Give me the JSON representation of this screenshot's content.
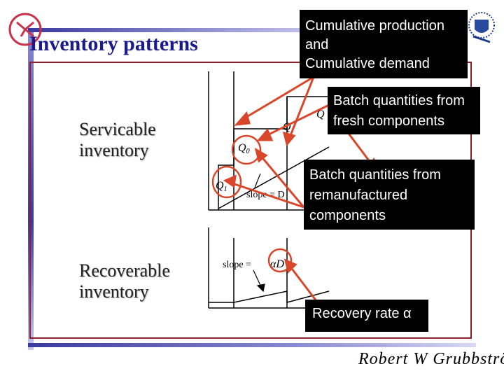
{
  "slide": {
    "title": "Inventory patterns",
    "signature": "Robert W Grubbström"
  },
  "labels": {
    "servicable": [
      "Servicable",
      "inventory"
    ],
    "recoverable": [
      "Recoverable",
      "inventory"
    ]
  },
  "callouts": {
    "production": [
      "Cumulative production",
      "and",
      "Cumulative demand"
    ],
    "fresh": [
      "Batch quantities from",
      "fresh components"
    ],
    "reman": [
      "Batch quantities from",
      "remanufactured",
      "components"
    ],
    "recovery": "Recovery rate α"
  },
  "diagram": {
    "q0": "Q",
    "q0_sub": "0",
    "q1": "Q",
    "q1_sub": "1",
    "slope_d": "slope = D",
    "slope_prefix": "slope =",
    "alpha_d": "αD"
  },
  "colors": {
    "title": "#1a1a8a",
    "arrow": "#d9472b",
    "frame": "#8b1f2a",
    "callout_bg": "#000000"
  }
}
